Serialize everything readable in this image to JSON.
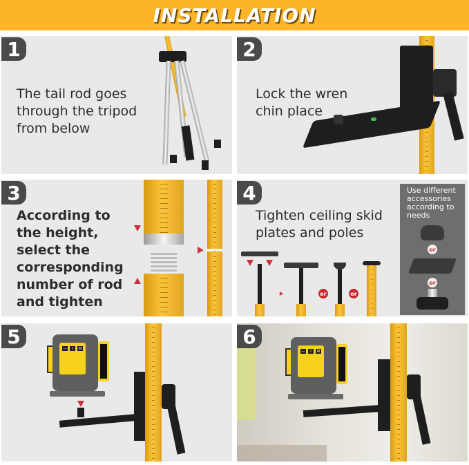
{
  "banner": {
    "title": "INSTALLATION",
    "color": "#fbb526"
  },
  "steps": [
    {
      "number": "1",
      "text_lines": [
        "The tail rod goes",
        "through the tripod",
        "from below"
      ]
    },
    {
      "number": "2",
      "text_lines": [
        "Lock the wren",
        "chin place"
      ]
    },
    {
      "number": "3",
      "text_lines": [
        "According to",
        "the height,",
        "select the",
        "corresponding",
        "number of rod",
        "and tighten"
      ]
    },
    {
      "number": "4",
      "text_lines": [
        "Tighten ceiling skid",
        "plates and poles"
      ],
      "accessories_note": [
        "Use different",
        "accessories",
        "according to",
        "needs"
      ],
      "or_label": "or"
    },
    {
      "number": "5",
      "text_lines": []
    },
    {
      "number": "6",
      "text_lines": []
    }
  ],
  "laser": {
    "buttons": [
      "—",
      "I",
      "M"
    ]
  }
}
